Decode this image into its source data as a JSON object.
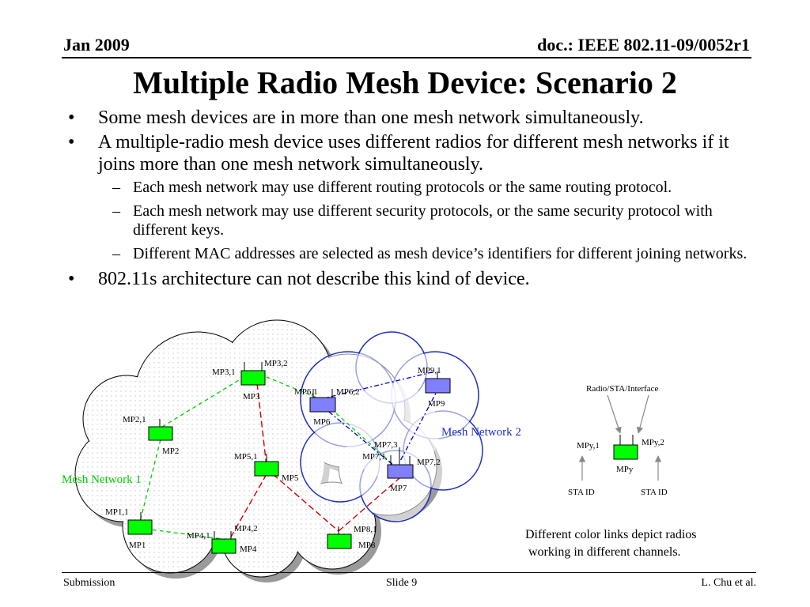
{
  "header": {
    "date": "Jan 2009",
    "doc": "doc.: IEEE 802.11-09/0052r1"
  },
  "title": "Multiple Radio Mesh Device: Scenario 2",
  "bullets": {
    "b1": "Some mesh devices are in more than one mesh network simultaneously.",
    "b2": "A multiple-radio mesh device uses different radios for different mesh networks if it joins more than one mesh network simultaneously.",
    "s1": "Each mesh network may use different routing protocols or the same routing protocol.",
    "s2": "Each mesh network may use different security protocols, or the same security protocol with different keys.",
    "s3": "Different MAC addresses are selected as mesh device’s identifiers for different joining networks.",
    "b3": "802.11s architecture can not describe this kind of device."
  },
  "diagram": {
    "network1": "Mesh Network 1",
    "network2": "Mesh Network 2",
    "mp1": "MP1",
    "mp1_1": "MP1,1",
    "mp2": "MP2",
    "mp2_1": "MP2,1",
    "mp3": "MP3",
    "mp3_1": "MP3,1",
    "mp3_2": "MP3,2",
    "mp4": "MP4",
    "mp4_1": "MP4,1",
    "mp4_2": "MP4,2",
    "mp5": "MP5",
    "mp5_1": "MP5,1",
    "mp6": "MP6",
    "mp6_1": "MP6,1",
    "mp6_2": "MP6,2",
    "mp7": "MP7",
    "mp7_1": "MP7,1",
    "mp7_2": "MP7,2",
    "mp7_3": "MP7,3",
    "mp8": "MP8",
    "mp8_1": "MP8,1",
    "mp9": "MP9",
    "mp9_1": "MP9,1"
  },
  "legend": {
    "radio_label": "Radio/STA/Interface",
    "mpy": "MPy",
    "mpy_1": "MPy,1",
    "mpy_2": "MPy,2",
    "sta_left": "STA ID",
    "sta_right": "STA ID",
    "note_line1": "Different color links depict radios",
    "note_line2": "working in different channels."
  },
  "colors": {
    "green_node": "#00ff00",
    "blue_node": "#8080ff",
    "network1_link": "#00cc00",
    "network2_link": "#0000cc",
    "bridge_link": "#cc0000",
    "network2_outline": "#1f2fbf"
  },
  "footer": {
    "left": "Submission",
    "center": "Slide 9",
    "right": "L. Chu et al."
  }
}
